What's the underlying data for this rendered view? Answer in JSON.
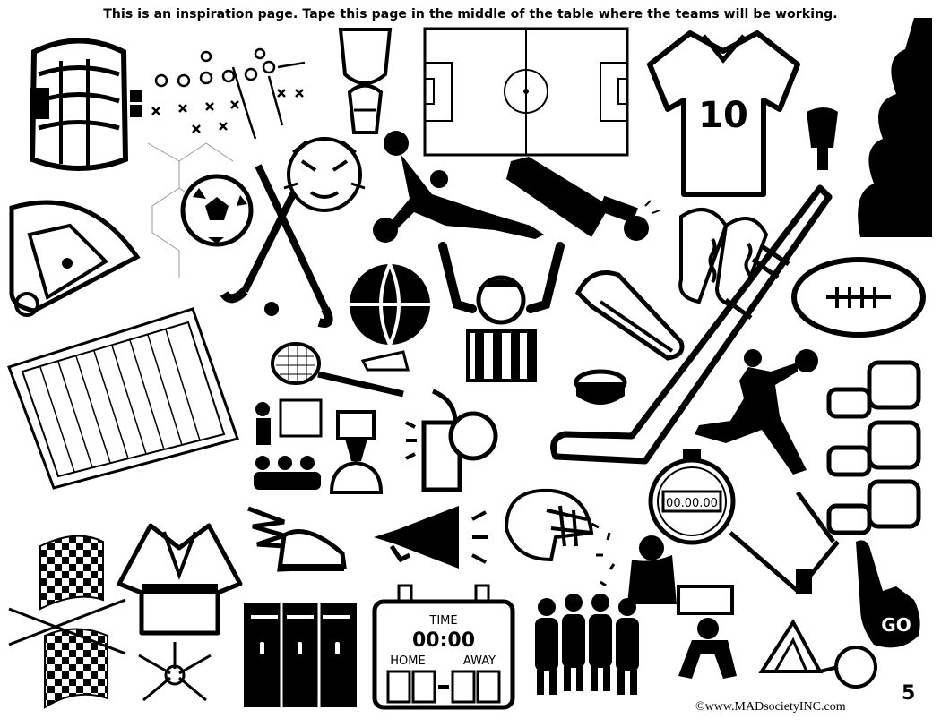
{
  "header": {
    "instruction": "This is an inspiration page. Tape this page in the middle of the table where the teams will be working."
  },
  "illustrations": {
    "jersey_number": "10",
    "scoreboard": {
      "time_label": "TIME",
      "time_value": "00:00",
      "home_label": "HOME",
      "away_label": "AWAY"
    },
    "stopwatch_display": "00.00.00",
    "foam_finger_text": "GO"
  },
  "footer": {
    "copyright": "©www.MADsocietyINC.com",
    "page_number": "5"
  }
}
